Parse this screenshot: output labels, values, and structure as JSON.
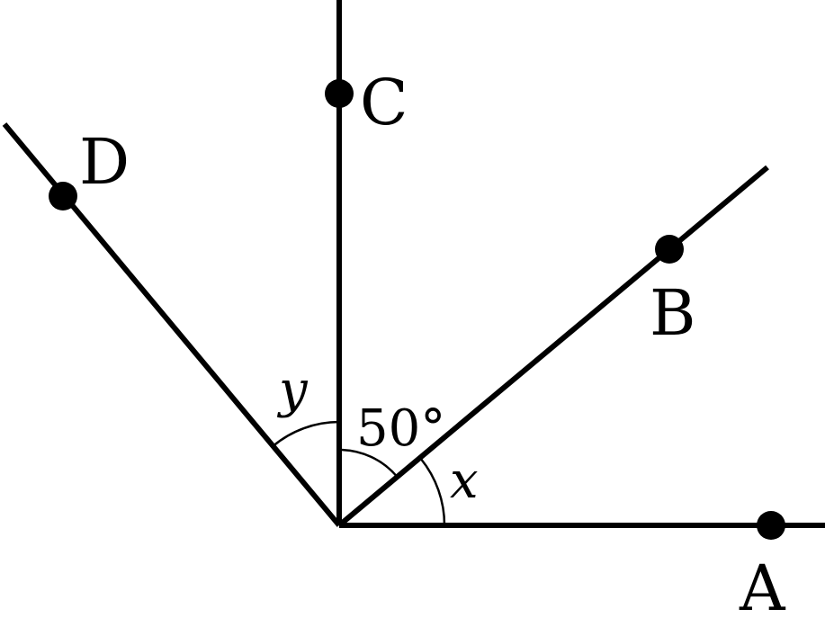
{
  "figure": {
    "points": [
      {
        "id": "A",
        "label": "A"
      },
      {
        "id": "B",
        "label": "B"
      },
      {
        "id": "C",
        "label": "C"
      },
      {
        "id": "D",
        "label": "D"
      }
    ],
    "angles": [
      {
        "id": "x",
        "label": "x",
        "between": [
          "A",
          "B"
        ]
      },
      {
        "id": "bc",
        "label": "50°",
        "between": [
          "B",
          "C"
        ],
        "degrees": 50
      },
      {
        "id": "y",
        "label": "y",
        "between": [
          "C",
          "D"
        ]
      }
    ],
    "rays_from_vertex": [
      "A",
      "B",
      "C",
      "D"
    ],
    "line_color": "#000000",
    "background_color": "#ffffff"
  }
}
